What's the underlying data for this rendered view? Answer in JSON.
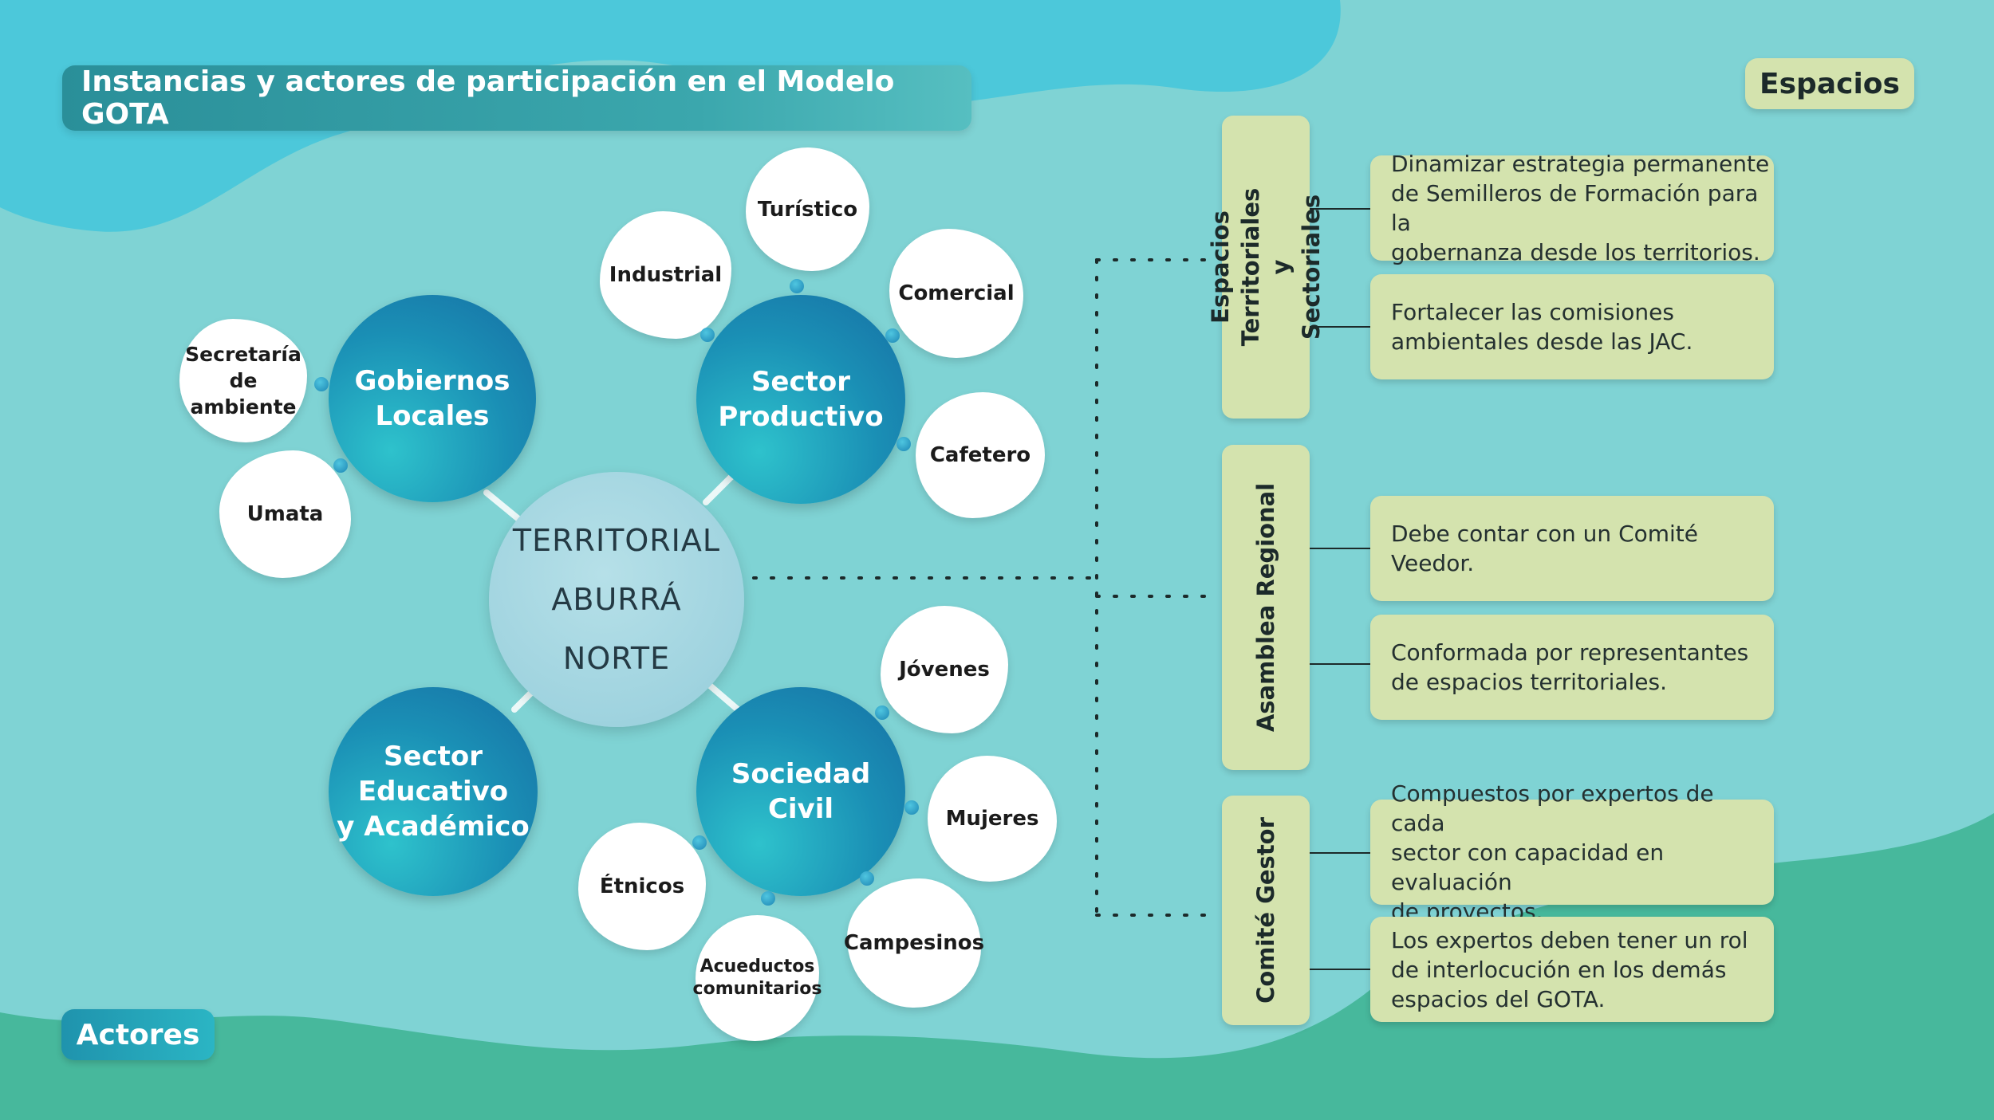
{
  "title": "Instancias y actores de participación en el Modelo GOTA",
  "tags": {
    "espacios": "Espacios",
    "actores": "Actores"
  },
  "center": {
    "lines": [
      "TERRITORIAL",
      "ABURRÁ",
      "NORTE"
    ]
  },
  "hubs": {
    "gobiernos": "Gobiernos\nLocales",
    "productivo": "Sector\nProductivo",
    "educativo": "Sector\nEducativo\ny Académico",
    "civil": "Sociedad\nCivil"
  },
  "actors": {
    "secretaria": "Secretaría\nde\nambiente",
    "umata": "Umata",
    "industrial": "Industrial",
    "turistico": "Turístico",
    "comercial": "Comercial",
    "cafetero": "Cafetero",
    "jovenes": "Jóvenes",
    "mujeres": "Mujeres",
    "campesinos": "Campesinos",
    "acueductos": "Acueductos\ncomunitarios",
    "etnicos": "Étnicos"
  },
  "spaces": [
    {
      "label": "Espacios Territoriales\ny Sectoriales",
      "items": [
        "Dinamizar estrategia permanente\nde Semilleros de Formación para la\ngobernanza desde los territorios.",
        "Fortalecer las comisiones\nambientales desde las JAC."
      ]
    },
    {
      "label": "Asamblea Regional",
      "items": [
        "Debe contar con un Comité Veedor.",
        "Conformada por representantes\nde espacios territoriales."
      ]
    },
    {
      "label": "Comité Gestor",
      "items": [
        "Compuestos por expertos de cada\nsector con capacidad en evaluación\nde proyectos.",
        "Los expertos deben tener un rol\nde interlocución en los demás\nespacios del GOTA."
      ]
    }
  ],
  "colors": {
    "background": "#7fd3d4",
    "wave_top": "#4cc8da",
    "wave_bottom": "#47b89c",
    "card": "#d4e3ae",
    "hub": "#1a8fb5"
  }
}
